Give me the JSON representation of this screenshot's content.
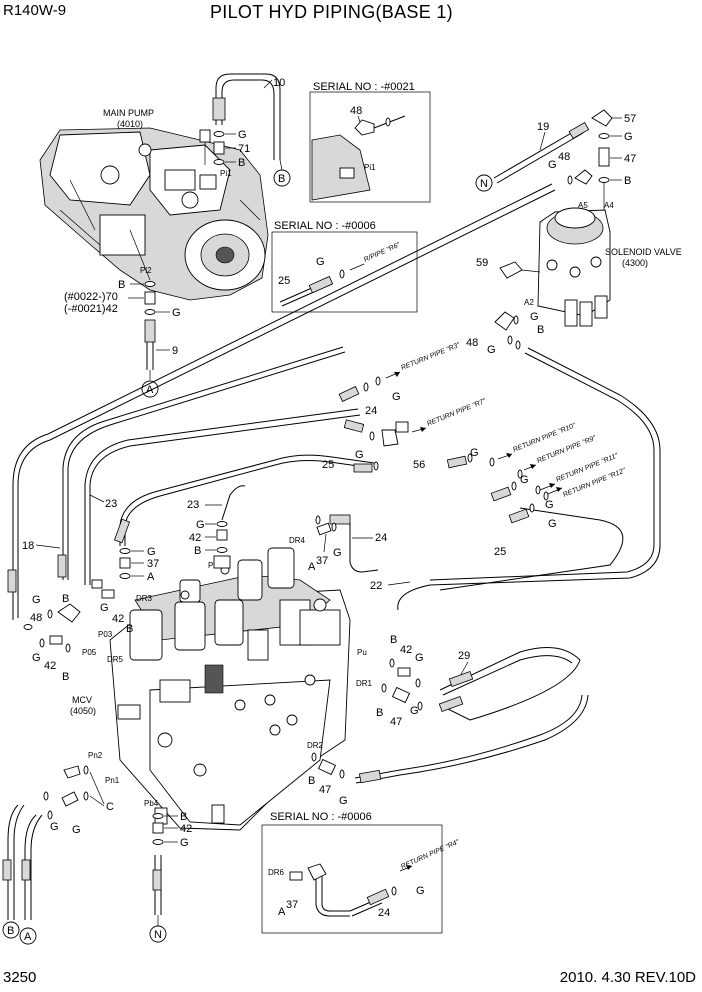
{
  "header": {
    "model": "R140W-9",
    "title": "PILOT HYD PIPING(BASE 1)"
  },
  "footer": {
    "page": "3250",
    "revision": "2010. 4.30  REV.10D"
  },
  "components": {
    "main_pump": {
      "name": "MAIN PUMP",
      "code": "(4010)"
    },
    "solenoid_valve": {
      "name": "SOLENOID VALVE",
      "code": "(4300)"
    },
    "mcv": {
      "name": "MCV",
      "code": "(4050)"
    }
  },
  "insets": {
    "serial_0021": "SERIAL NO : -#0021",
    "serial_0006_top": "SERIAL NO : -#0006",
    "serial_0006_bottom": "SERIAL NO : -#0006"
  },
  "return_pipes": {
    "r6": "R/PIPE \"R6\"",
    "r3": "RETURN PIPE \"R3\"",
    "r7": "RETURN PIPE \"R7\"",
    "r10": "RETURN PIPE \"R10\"",
    "r9": "RETURN PIPE \"R9\"",
    "r11": "RETURN PIPE \"R11\"",
    "r12": "RETURN PIPE \"R12\"",
    "r4": "RETURN PIPE \"R4\""
  },
  "serial_variants": {
    "v70": "(#0022-)70",
    "v42": "(-#0021)42"
  },
  "connectors": {
    "A": "A",
    "B": "B",
    "N": "N"
  },
  "parts": {
    "p9": "9",
    "p10": "10",
    "p18": "18",
    "p19": "19",
    "p22": "22",
    "p23": "23",
    "p24": "24",
    "p25": "25",
    "p29": "29",
    "p37": "37",
    "p42": "42",
    "p47": "47",
    "p48": "48",
    "p56": "56",
    "p57": "57",
    "p59": "59",
    "p71": "71",
    "G": "G",
    "B": "B",
    "A": "A",
    "C": "C"
  },
  "ports": {
    "pi1": "Pi1",
    "pi2": "Pi2",
    "a2": "A2",
    "a4": "A4",
    "a5": "A5",
    "dr1": "DR1",
    "dr2": "DR2",
    "dr3": "DR3",
    "dr4": "DR4",
    "dr5": "DR5",
    "dr6": "DR6",
    "p03": "P03",
    "p05": "P05",
    "pa4": "Pa4",
    "pb4": "Pb4",
    "pn1": "Pn1",
    "pn2": "Pn2",
    "pu": "Pu"
  }
}
